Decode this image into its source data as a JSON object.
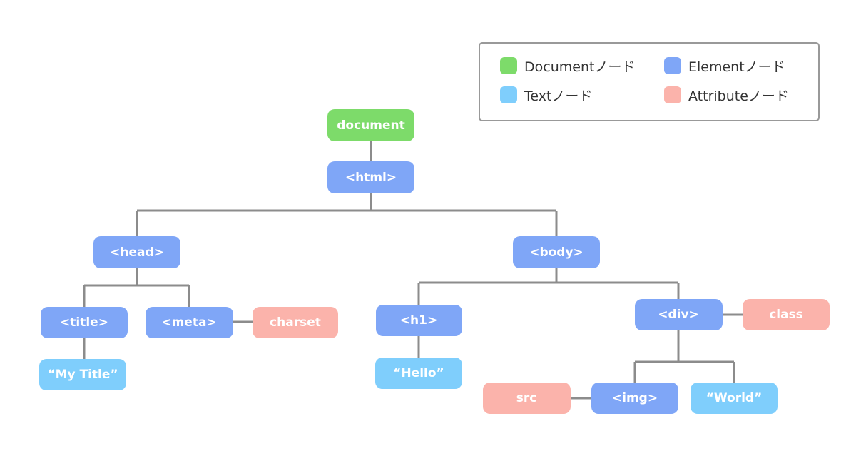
{
  "colors": {
    "document": "#7ddb6a",
    "element": "#7fa6f7",
    "text": "#7fcefc",
    "attribute": "#fbb3ab",
    "connector": "#8c8c8c",
    "legend_border": "#999999"
  },
  "legend": {
    "document": "Documentノード",
    "element": "Elementノード",
    "text": "Textノード",
    "attribute": "Attributeノード"
  },
  "nodes": {
    "document": "document",
    "html": "<html>",
    "head": "<head>",
    "body": "<body>",
    "title": "<title>",
    "meta": "<meta>",
    "charset": "charset",
    "my_title": "“My Title”",
    "h1": "<h1>",
    "hello": "“Hello”",
    "div": "<div>",
    "class": "class",
    "img": "<img>",
    "src": "src",
    "world": "“World”"
  }
}
